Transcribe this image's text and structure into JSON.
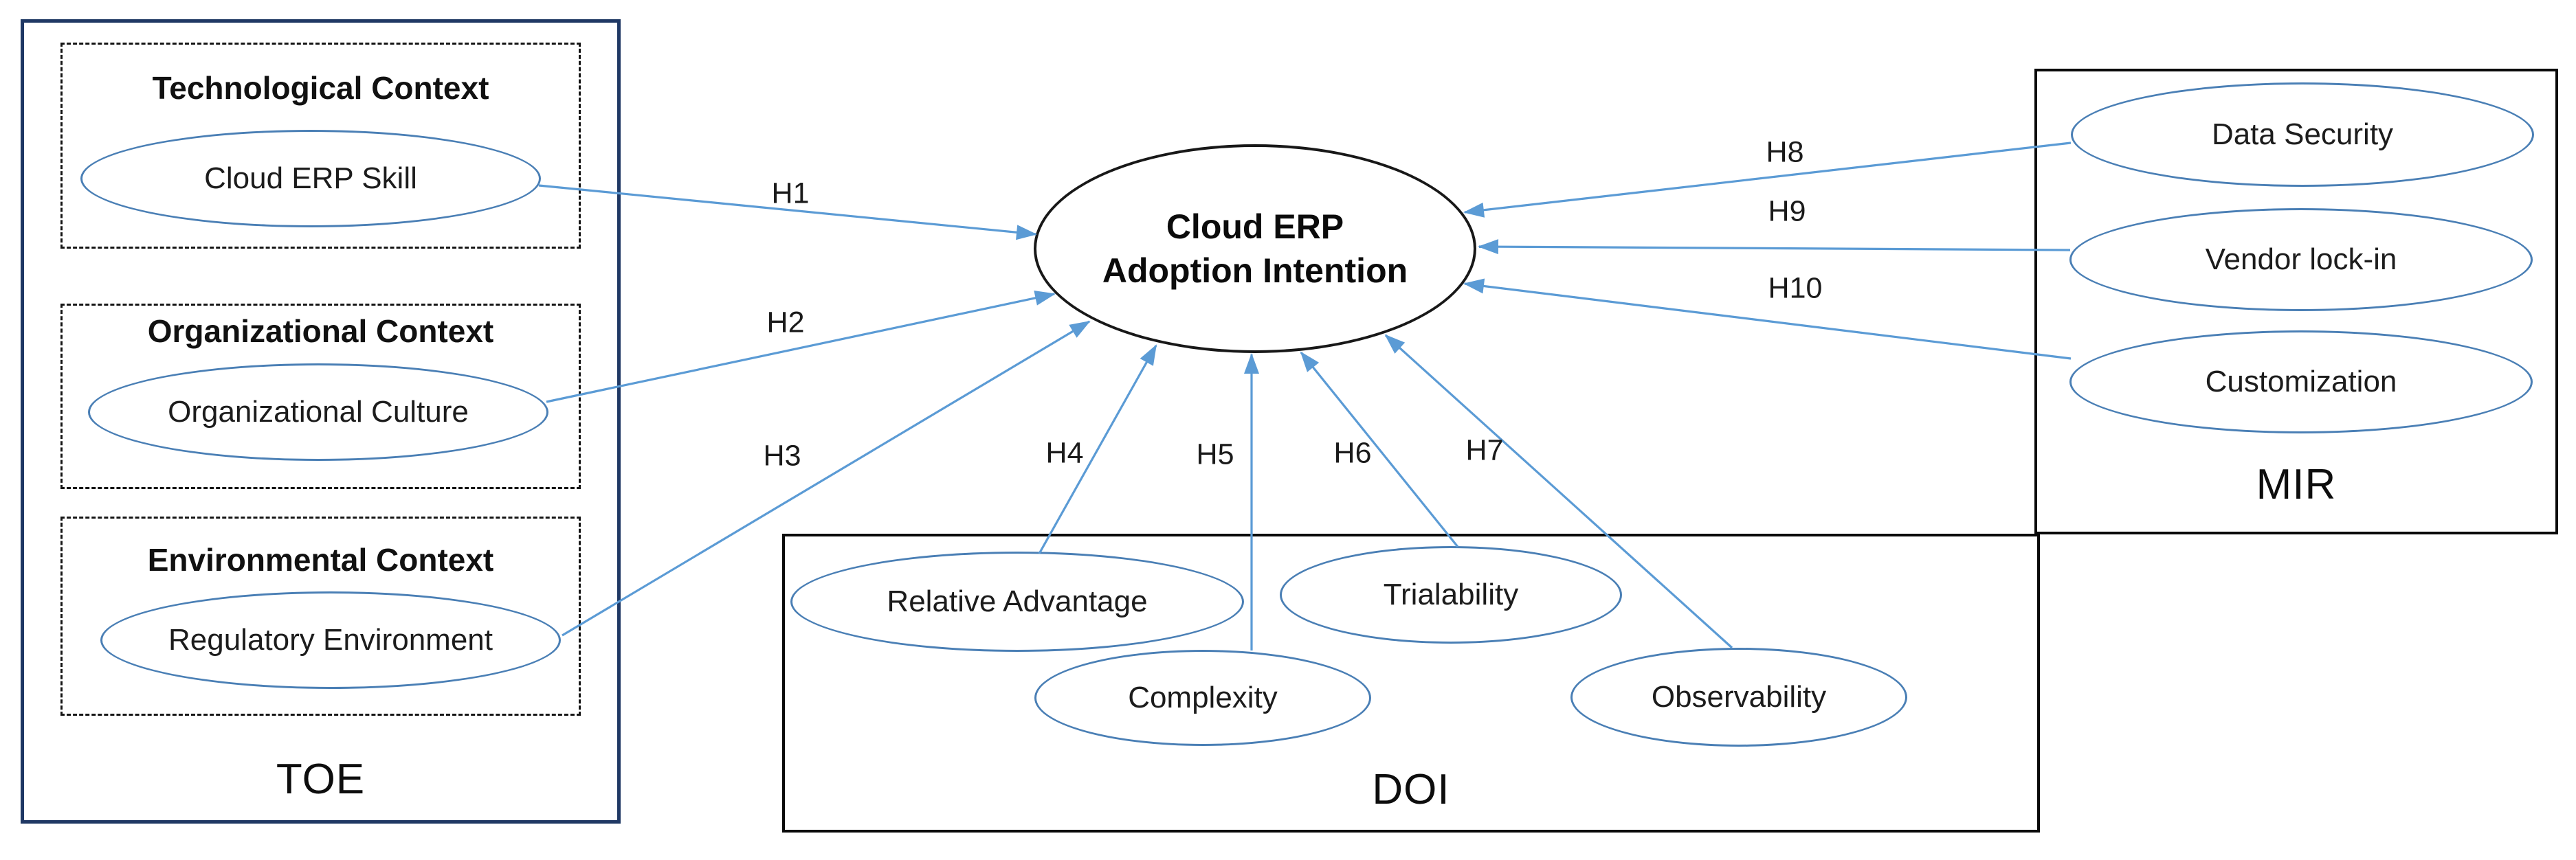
{
  "figure": {
    "center": {
      "line1": "Cloud ERP",
      "line2": "Adoption Intention"
    },
    "toe": {
      "label": "TOE",
      "contexts": [
        {
          "title": "Technological Context",
          "construct": "Cloud ERP Skill"
        },
        {
          "title": "Organizational Context",
          "construct": "Organizational Culture"
        },
        {
          "title": "Environmental Context",
          "construct": "Regulatory Environment"
        }
      ]
    },
    "doi": {
      "label": "DOI",
      "constructs": [
        "Relative Advantage",
        "Complexity",
        "Trialability",
        "Observability"
      ]
    },
    "mir": {
      "label": "MIR",
      "constructs": [
        "Data Security",
        "Vendor lock-in",
        "Customization"
      ]
    },
    "hypotheses": [
      "H1",
      "H2",
      "H3",
      "H4",
      "H5",
      "H6",
      "H7",
      "H8",
      "H9",
      "H10"
    ],
    "colors": {
      "arrow": "#5B9BD5",
      "construct_stroke": "#4a7fb5",
      "toe_border": "#1F3864",
      "box_border": "#0a0a0a"
    }
  }
}
